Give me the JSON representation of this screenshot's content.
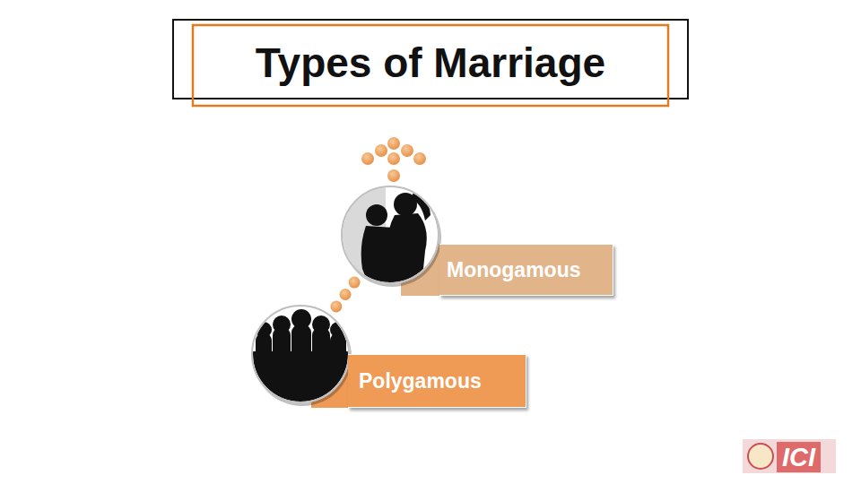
{
  "diagram": {
    "title": "Types of Marriage",
    "nodes": [
      {
        "text": [
          "Monogamous"
        ]
      },
      {
        "text": [
          "Polygamous"
        ]
      }
    ],
    "edges": [
      {
        "from": 1,
        "to": 0,
        "arrow": "none"
      }
    ],
    "labels": [
      "ICI"
    ]
  }
}
